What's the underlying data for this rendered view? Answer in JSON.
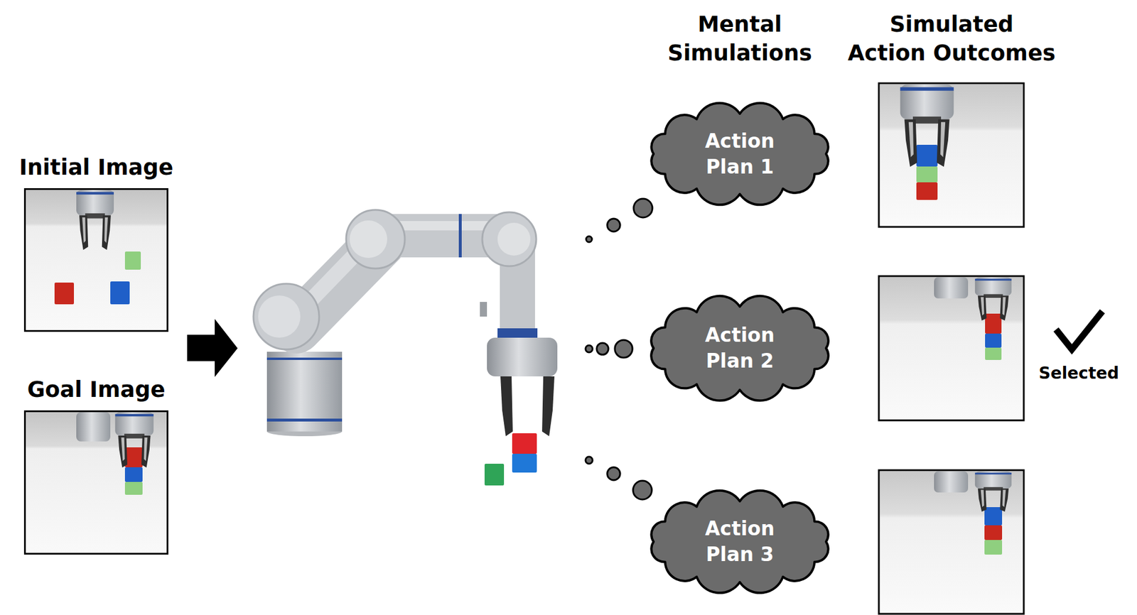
{
  "diagram": {
    "nodes": [
      {
        "text": [
          "Initial Image"
        ]
      },
      {
        "text": [
          "Goal Image"
        ]
      },
      {
        "text": [
          "Action Plan 1"
        ]
      },
      {
        "text": [
          "Action Plan 2"
        ]
      },
      {
        "text": [
          "Action Plan 3"
        ]
      }
    ],
    "labels": [
      "Mental Simulations",
      "Simulated Action Outcomes",
      "Selected"
    ]
  }
}
